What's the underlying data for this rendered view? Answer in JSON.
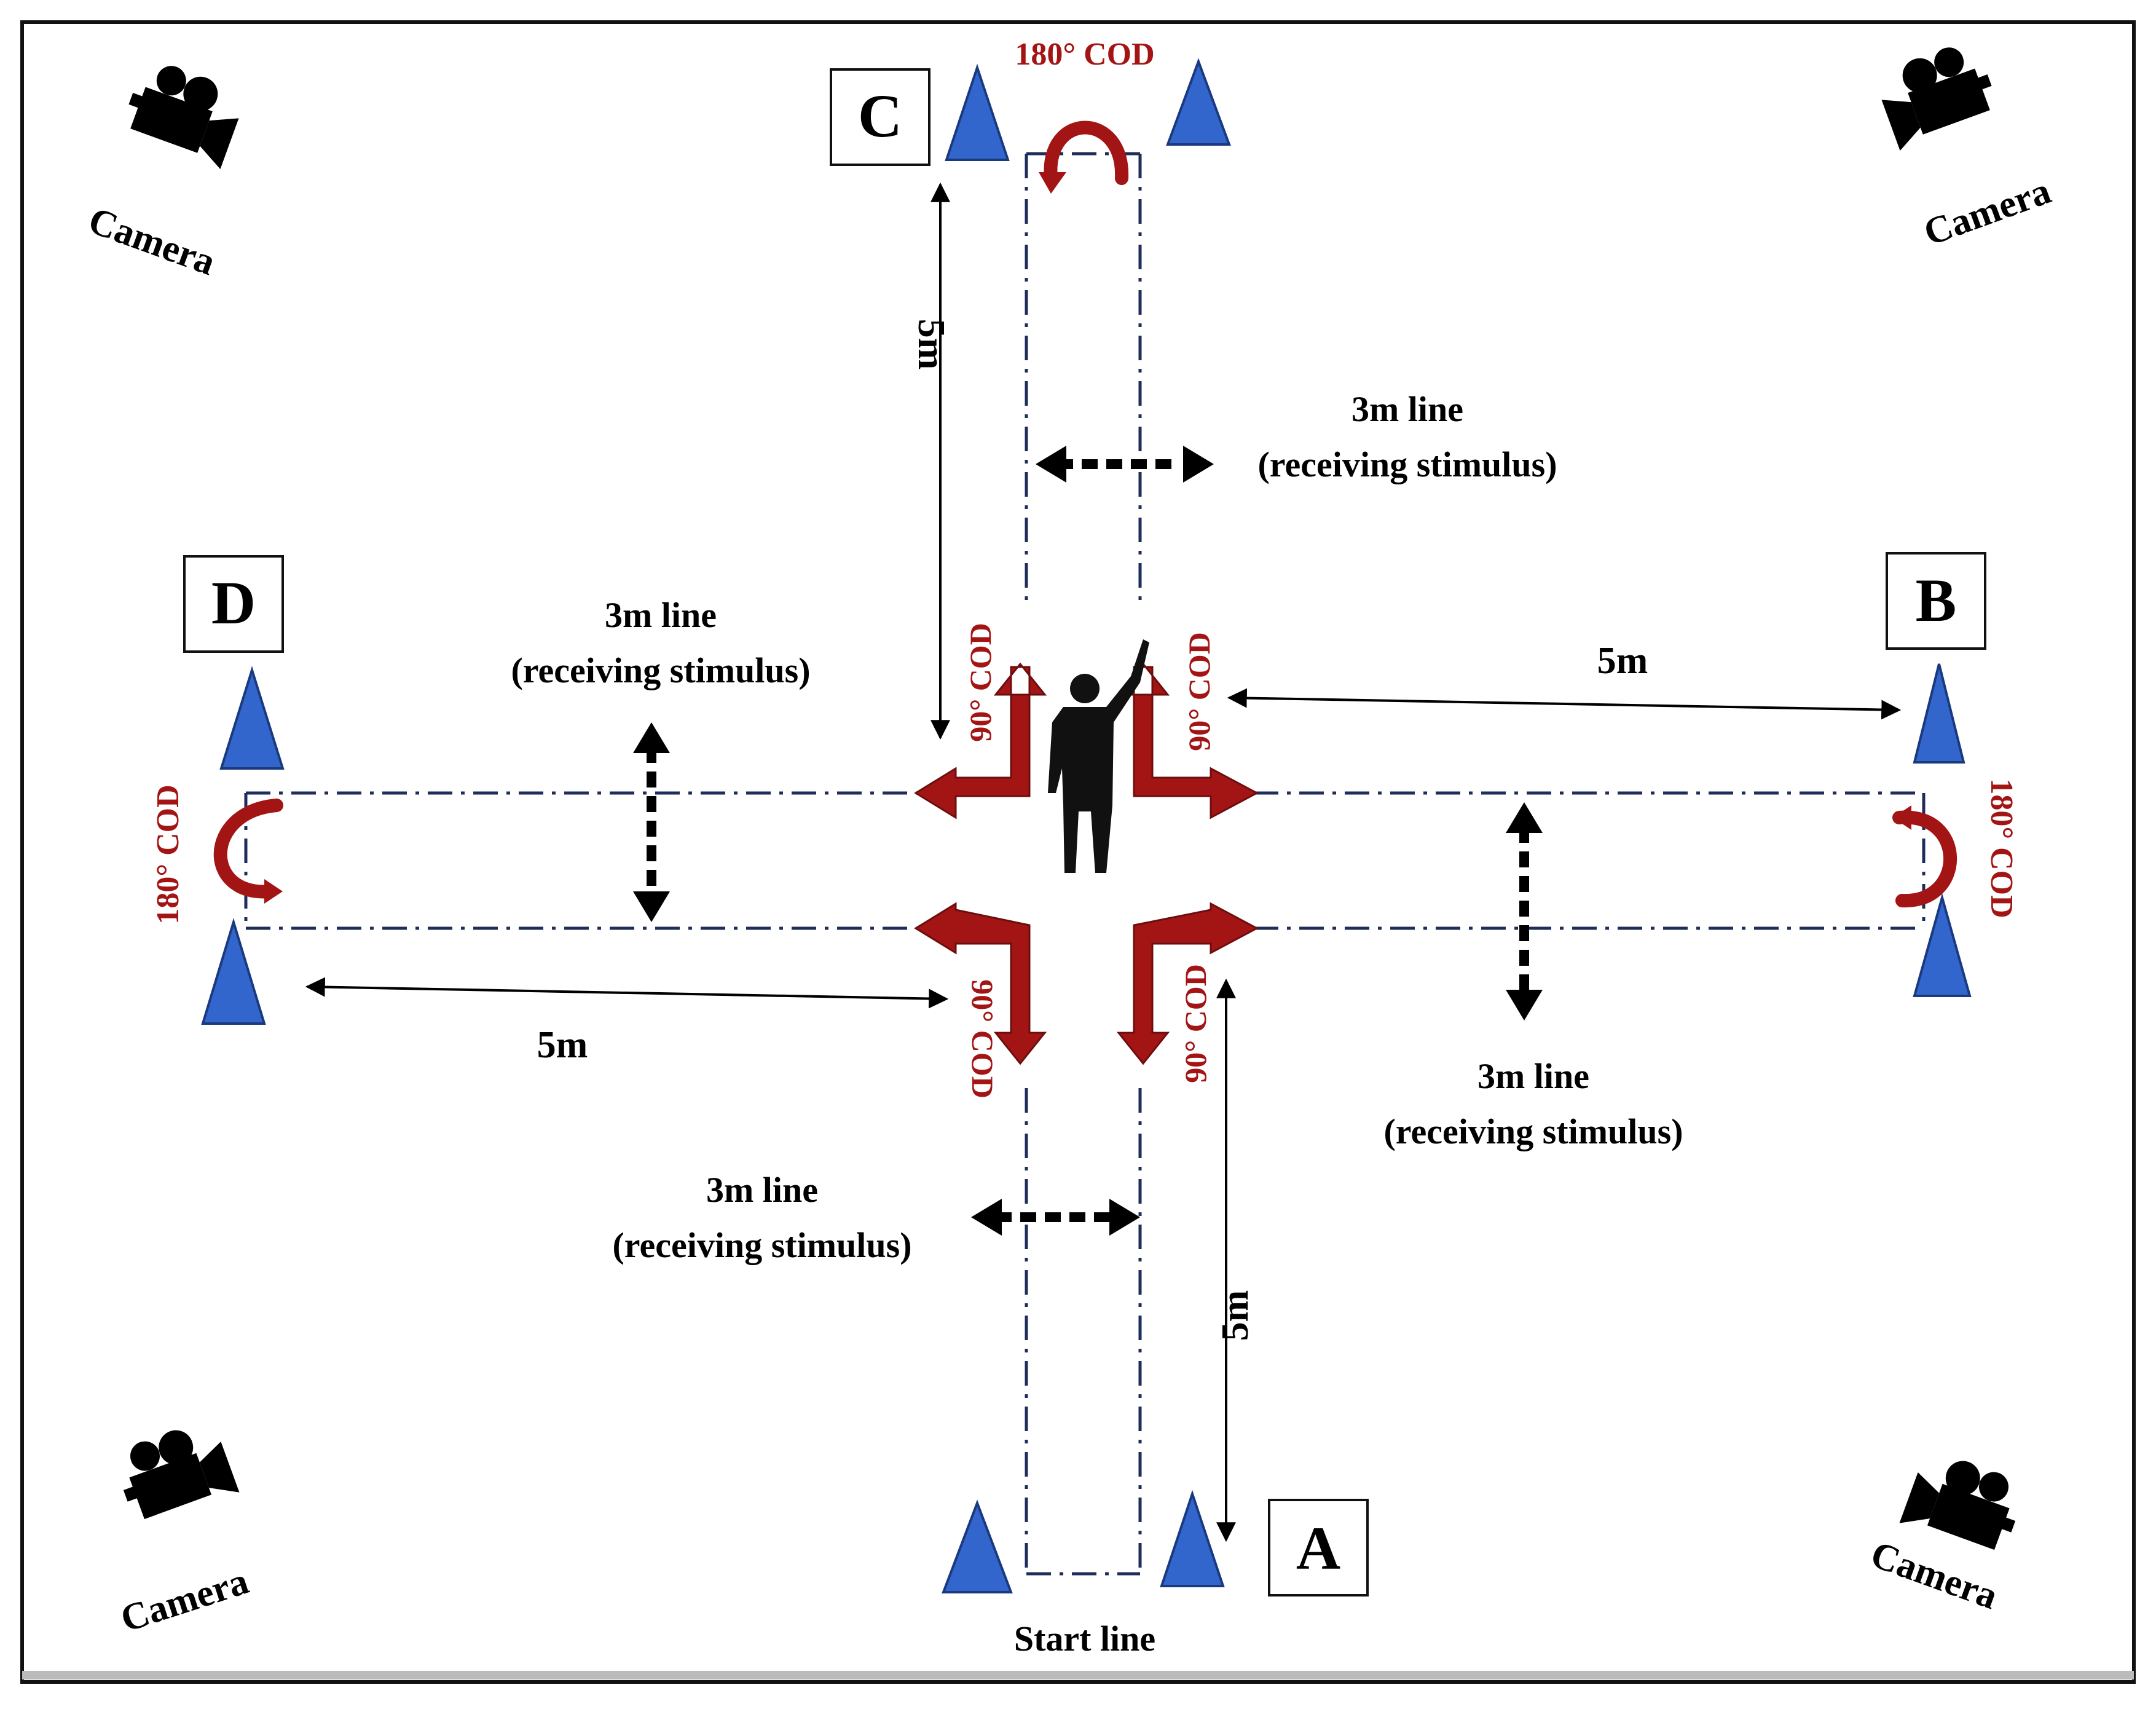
{
  "labels": {
    "point_a": "A",
    "point_b": "B",
    "point_c": "C",
    "point_d": "D",
    "start_line": "Start line",
    "camera": "Camera",
    "line_3m": "3m line",
    "receiving": "(receiving stimulus)",
    "dist_5m": "5m",
    "cod_180": "180° COD",
    "cod_90": "90° COD"
  },
  "colors": {
    "cone": "#3366cc",
    "cod_arrow": "#a31515",
    "cod_text": "#a31515",
    "lane_line": "#1f2d5a"
  }
}
